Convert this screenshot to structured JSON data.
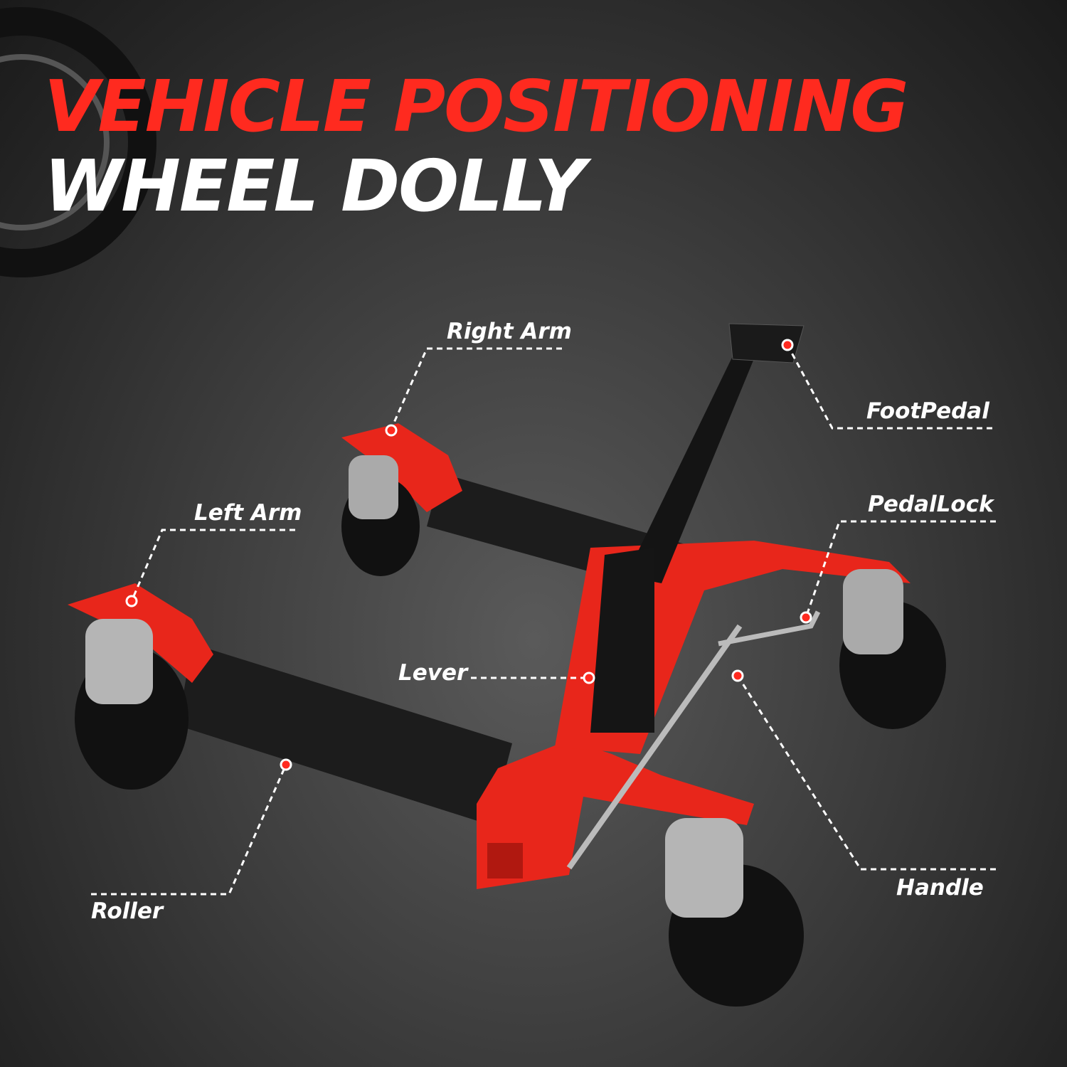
{
  "headline": {
    "line1": "VEHICLE POSITIONING",
    "line2": "WHEEL DOLLY"
  },
  "colors": {
    "accent_red": "#ff2a1f",
    "frame_red": "#e8261b",
    "roller_black": "#1c1c1c",
    "text_white": "#ffffff"
  },
  "callouts": [
    {
      "id": "right-arm",
      "label": "Right Arm"
    },
    {
      "id": "foot-pedal",
      "label": "FootPedal"
    },
    {
      "id": "pedal-lock",
      "label": "PedalLock"
    },
    {
      "id": "left-arm",
      "label": "Left Arm"
    },
    {
      "id": "lever",
      "label": "Lever"
    },
    {
      "id": "handle",
      "label": "Handle"
    },
    {
      "id": "roller",
      "label": "Roller"
    }
  ]
}
